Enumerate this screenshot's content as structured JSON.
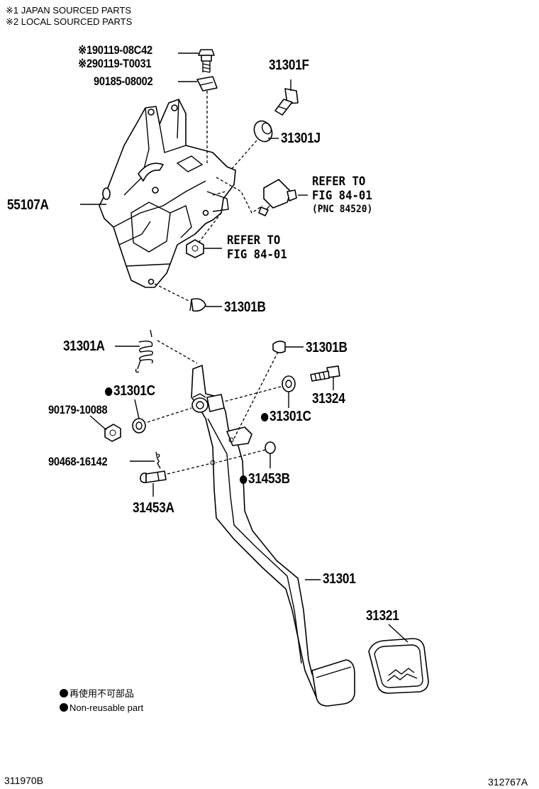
{
  "notes": {
    "note1": "※1 JAPAN SOURCED PARTS",
    "note2": "※2 LOCAL SOURCED PARTS"
  },
  "labels": {
    "p90119_08c42": "※190119-08C42",
    "p90119_t0031": "※290119-T0031",
    "p90185_08002": "90185-08002",
    "p31301f": "31301F",
    "p31301j": "31301J",
    "p55107a": "55107A",
    "p31301b_top": "31301B",
    "p31301a": "31301A",
    "p31301b_mid": "31301B",
    "p31301c_left": "31301C",
    "p90179_10088": "90179-10088",
    "p31324": "31324",
    "p31301c_right": "31301C",
    "p90468_16142": "90468-16142",
    "p31453b": "31453B",
    "p31453a": "31453A",
    "p31301": "31301",
    "p31321": "31321"
  },
  "refs": {
    "ref1_line1": "REFER TO",
    "ref1_line2": "FIG 84-01",
    "ref1_line3": "(PNC 84520)",
    "ref2_line1": "REFER TO",
    "ref2_line2": "FIG 84-01"
  },
  "legend": {
    "jp": "再使用不可部品",
    "en": "Non-reusable part"
  },
  "footer": {
    "left_code": "311970B",
    "right_code": "312767A"
  }
}
